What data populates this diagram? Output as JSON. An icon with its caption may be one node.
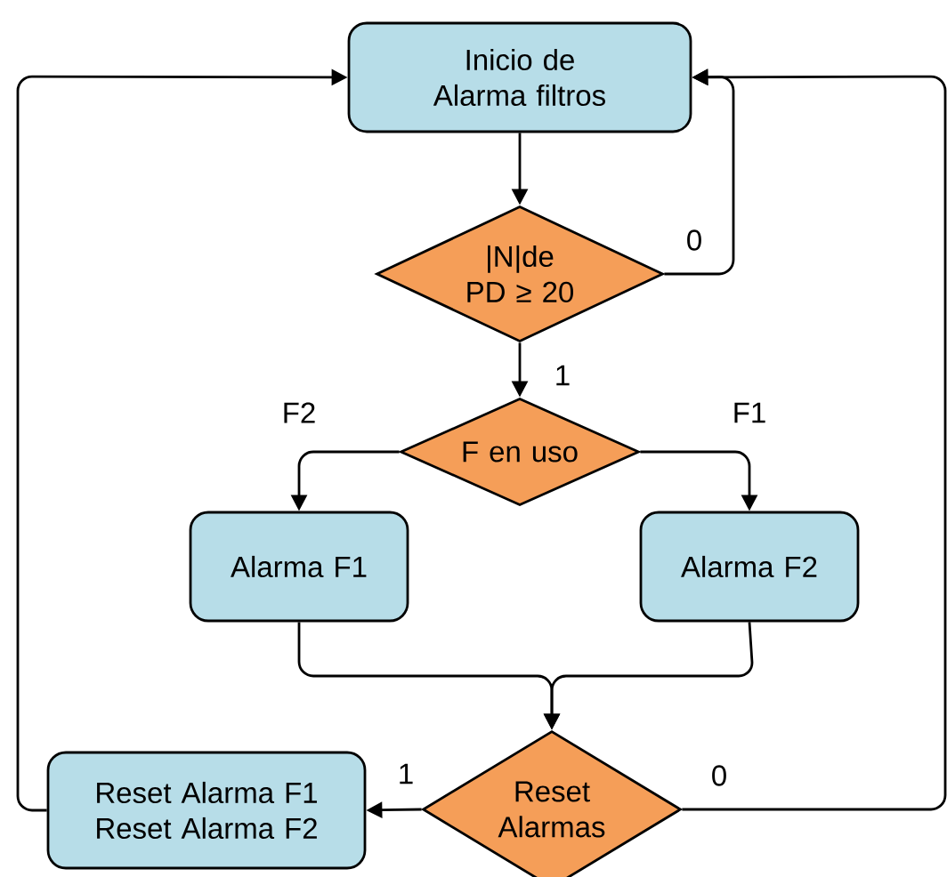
{
  "diagram": {
    "nodes": [
      {
        "text": [
          "Inicio de Alarma filtros"
        ]
      },
      {
        "text": [
          "|N|de PD ≥ 20"
        ]
      },
      {
        "text": [
          "F en uso"
        ]
      },
      {
        "text": [
          "Alarma F1"
        ]
      },
      {
        "text": [
          "Alarma F2"
        ]
      },
      {
        "text": [
          "Reset Alarmas"
        ]
      },
      {
        "text": [
          "Reset Alarma F1 Reset Alarma F2"
        ]
      }
    ],
    "edges": [
      {
        "from": 0,
        "to": 1,
        "arrow": "to"
      },
      {
        "from": 1,
        "to": 0,
        "arrow": "to",
        "label": "0"
      },
      {
        "from": 1,
        "to": 2,
        "arrow": "to",
        "label": "1"
      },
      {
        "from": 2,
        "to": 3,
        "arrow": "to",
        "label": "F2"
      },
      {
        "from": 2,
        "to": 4,
        "arrow": "to",
        "label": "F1"
      },
      {
        "from": 3,
        "to": 5,
        "arrow": "to"
      },
      {
        "from": 4,
        "to": 5,
        "arrow": "to"
      },
      {
        "from": 5,
        "to": 6,
        "arrow": "to",
        "label": "1"
      },
      {
        "from": 5,
        "to": 0,
        "arrow": "to",
        "label": "0"
      },
      {
        "from": 6,
        "to": 0,
        "arrow": "to"
      }
    ]
  }
}
